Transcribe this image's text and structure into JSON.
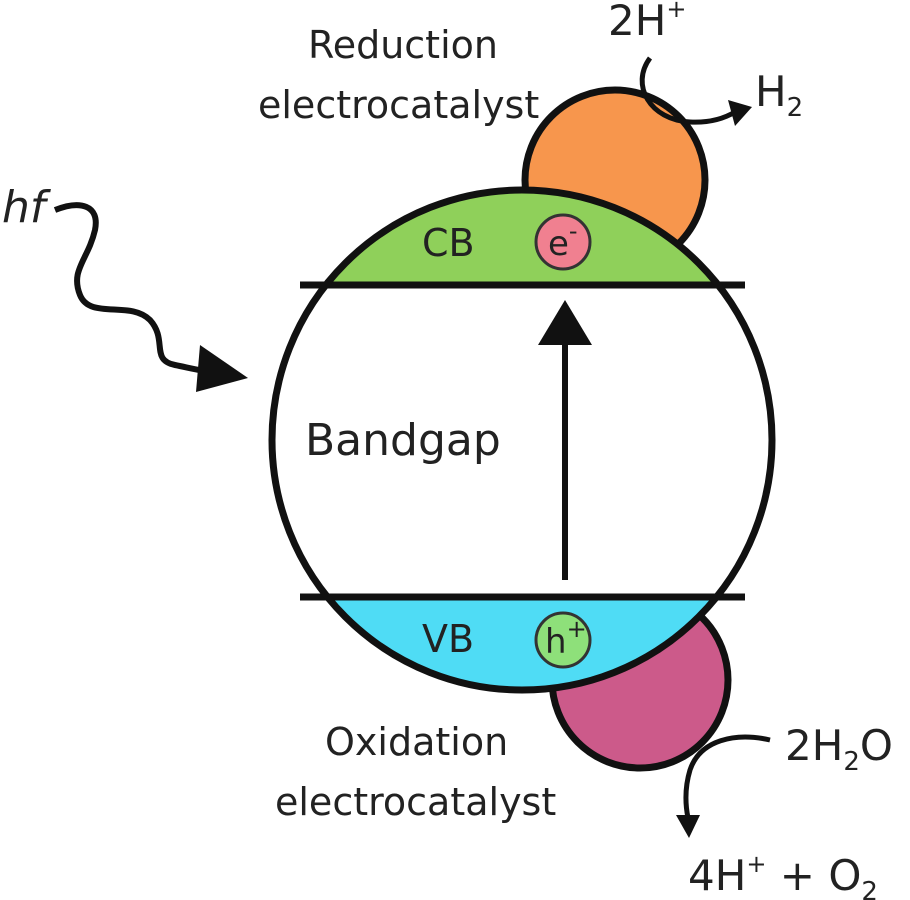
{
  "colors": {
    "conduction_band": "#8fd05a",
    "valence_band": "#4fdcf5",
    "reduction_catalyst": "#f7964d",
    "oxidation_catalyst": "#cc5a8a",
    "electron": "#f08090",
    "hole": "#8ee07a",
    "outline": "#111111"
  },
  "labels": {
    "reduction_line1": "Reduction",
    "reduction_line2": "electrocatalyst",
    "oxidation_line1": "Oxidation",
    "oxidation_line2": "electrocatalyst",
    "photon": "hf",
    "cb": "CB",
    "vb": "VB",
    "bandgap": "Bandgap"
  },
  "particles": {
    "electron_base": "e",
    "electron_sup": "-",
    "hole_base": "h",
    "hole_sup": "+"
  },
  "reactions": {
    "reduction_reactant": {
      "coef": "2H",
      "sup": "+"
    },
    "reduction_product": {
      "base": "H",
      "sub": "2"
    },
    "oxidation_reactant": {
      "coef": "2H",
      "sub": "2",
      "tail": "O"
    },
    "oxidation_product": {
      "coef": "4H",
      "sup": "+",
      "mid": " + O",
      "sub": "2"
    }
  },
  "icons": {
    "photon": "wavy-arrow-icon",
    "excitation": "up-arrow-icon"
  }
}
